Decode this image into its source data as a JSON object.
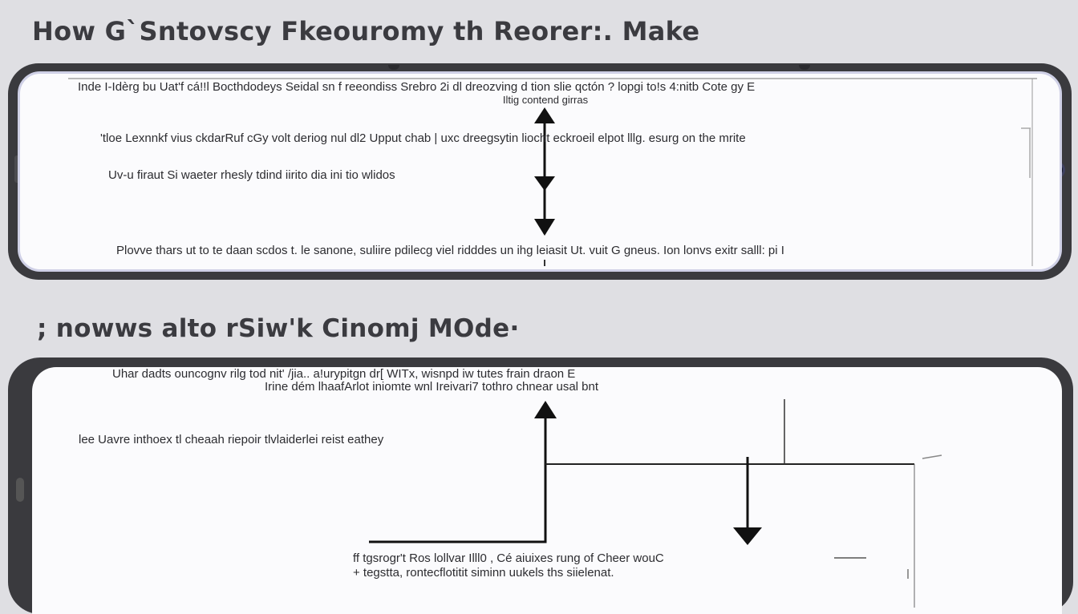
{
  "headings": {
    "top": "How G`Sntovscy Fkeouromy th  Reorer:. Make",
    "bottom": "; nowws alto rSiw'k Cinomj MOde·"
  },
  "panel_top": {
    "line1": "Inde I-Idèrg bu Uat'f cá!!l  Bocthdodeys Seidal sn  f reeondiss Srebro  2i  dl dreozving  d tion  slie  qctón  ?   lopgi to!s 4:nitb  Cote  gy  E",
    "line1b": "Iltig contend girras",
    "line2": "'tloe  Lexnnkf vius  ckdarRuf  cGy volt  deriog  nul dl2 Upput  chab  |  uxc  dreegsytin liocht eckroeil  elpot  lllg. esurg on the mrite",
    "line3": "Uv-u firaut  Si  waeter  rhesly  tdind iirito  dia  ini  tio    wlidos",
    "line4": "Plovve  thars  ut  to te daan scdos t.  le sanone,  suliire  pdilecg   viel ridddes  un  ihg  leiasit  Ut.  vuit  G gneus.  Ion  lonvs exitr  salll: pi  I"
  },
  "panel_bottom": {
    "line1": "Uhar dadts ouncognv  rilg  tod nit'   /jia..  a!urypitgn  dr[ WITx,  wisnpd  iw tutes frain draon  E",
    "line1b": "Irine dém  lhaafArlot iniomte  wnl  Ireivari7  tothro  chnear  usal bnt",
    "line2": "lee  Uavre  inthoex  tl  cheaah  riepoir  tlvlaiderlei  reist  eathey",
    "line3": "ff  tgsrogr't  Ros  lollvar  Illl0 ,   Cé  aiuixes  rung  of   Cheer wouC",
    "line4": "+ tegstta, rontecflotitit  siminn  uukels  ths  siielenat."
  }
}
